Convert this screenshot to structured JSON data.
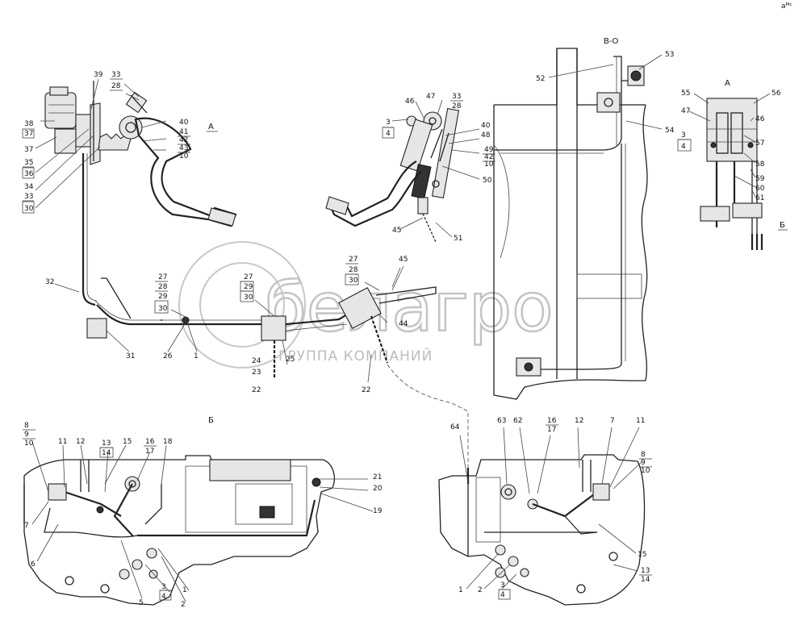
{
  "views": {
    "a_top": "А",
    "a_right": "А",
    "vo": "В-О",
    "b_bottom": "Б",
    "b_small": "Б"
  },
  "labels": {
    "l39": "39",
    "l33a": "33",
    "l28a": "28",
    "l38": "38",
    "l37a": "37",
    "l37b": "37",
    "l40a": "40",
    "l41": "41",
    "l42a": "42",
    "l43": "43",
    "l10a": "10",
    "l35": "35",
    "l36": "36",
    "l34": "34",
    "l33b": "33",
    "l30a": "30",
    "l3a": "3",
    "l4a": "4",
    "l46a": "46",
    "l47a": "47",
    "l33c": "33",
    "l28b": "28",
    "l40b": "40",
    "l48": "48",
    "l49": "49",
    "l42b": "42",
    "l10b": "10",
    "l50": "50",
    "l45a": "45",
    "l51": "51",
    "l52": "52",
    "l53": "53",
    "l54": "54",
    "l55": "55",
    "l56": "56",
    "l47b": "47",
    "l46b": "46",
    "l3b": "3",
    "l4b": "4",
    "l57": "57",
    "l58": "58",
    "l59": "59",
    "l60": "60",
    "l61": "61",
    "l32": "32",
    "l31": "31",
    "l26": "26",
    "l1a": "1",
    "l27a": "27",
    "l28c": "28",
    "l29a": "29",
    "l30b": "30",
    "l27b": "27",
    "l29b": "29",
    "l30c": "30",
    "l27c": "27",
    "l28d": "28",
    "l30d": "30",
    "l45b": "45",
    "l44": "44",
    "l24": "24",
    "l23": "23",
    "l22a": "22",
    "l25": "25",
    "l22b": "22",
    "l8a": "8",
    "l9a": "9",
    "l10c": "10",
    "l11a": "11",
    "l12a": "12",
    "l13a": "13",
    "l14a": "14",
    "l15a": "15",
    "l16a": "16",
    "l17a": "17",
    "l18": "18",
    "l21": "21",
    "l20": "20",
    "l19": "19",
    "l7a": "7",
    "l6": "6",
    "l5": "5",
    "l3c": "3",
    "l4c": "4",
    "l2a": "2",
    "l1b": "1",
    "l64": "64",
    "l63": "63",
    "l62": "62",
    "l16b": "16",
    "l17b": "17",
    "l12b": "12",
    "l7b": "7",
    "l11b": "11",
    "l8b": "8",
    "l9b": "9",
    "l10d": "10",
    "l15b": "15",
    "l13b": "13",
    "l14b": "14",
    "l1c": "1",
    "l2b": "2",
    "l3d": "3",
    "l4d": "4"
  },
  "watermark": {
    "brand": "белагро",
    "subtitle": "ГРУППА КОМПАНИЙ"
  },
  "corner_note": "aᴹᶜ"
}
